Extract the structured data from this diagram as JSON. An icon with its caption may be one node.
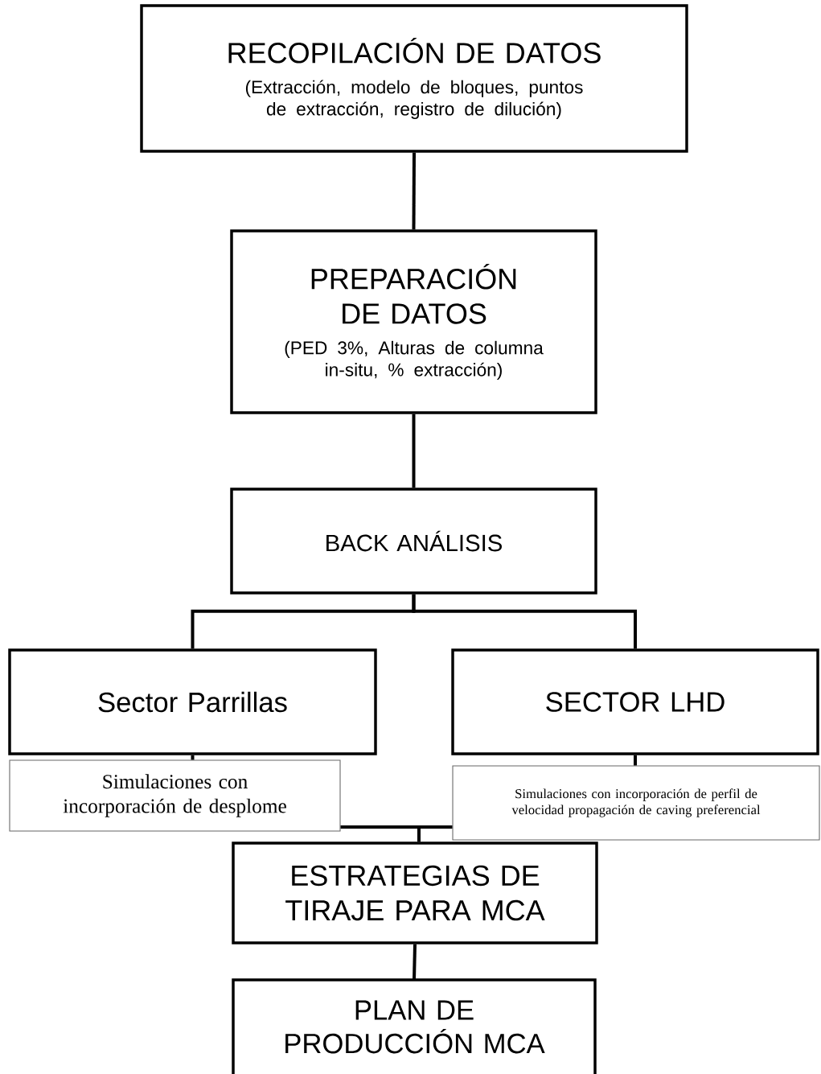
{
  "diagram": {
    "nodes": [
      {
        "text": [
          "RECOPILACIÓN DE DATOS",
          "(Extracción, modelo de bloques, puntos de extracción, registro de dilución)"
        ]
      },
      {
        "text": [
          "PREPARACIÓN DE DATOS",
          "(PED 3%, Alturas de columna in-situ, % extracción)"
        ]
      },
      {
        "text": [
          "BACK ANÁLISIS"
        ]
      },
      {
        "text": [
          "Sector Parrillas"
        ]
      },
      {
        "text": [
          "SECTOR LHD"
        ]
      },
      {
        "text": [
          "Simulaciones con incorporación de desplome"
        ]
      },
      {
        "text": [
          "Simulaciones con incorporación de perfil de velocidad propagación de caving preferencial"
        ]
      },
      {
        "text": [
          "ESTRATEGIAS DE TIRAJE PARA MCA"
        ]
      },
      {
        "text": [
          "PLAN DE PRODUCCIÓN MCA"
        ]
      }
    ],
    "edges": [
      {
        "from": 0,
        "to": 1,
        "arrow": "none"
      },
      {
        "from": 1,
        "to": 2,
        "arrow": "none"
      },
      {
        "from": 2,
        "to": 3,
        "arrow": "none"
      },
      {
        "from": 2,
        "to": 4,
        "arrow": "none"
      },
      {
        "from": 3,
        "to": 5,
        "arrow": "none"
      },
      {
        "from": 4,
        "to": 6,
        "arrow": "none"
      },
      {
        "from": 5,
        "to": 7,
        "arrow": "none"
      },
      {
        "from": 6,
        "to": 7,
        "arrow": "none"
      },
      {
        "from": 7,
        "to": 8,
        "arrow": "none"
      }
    ]
  }
}
